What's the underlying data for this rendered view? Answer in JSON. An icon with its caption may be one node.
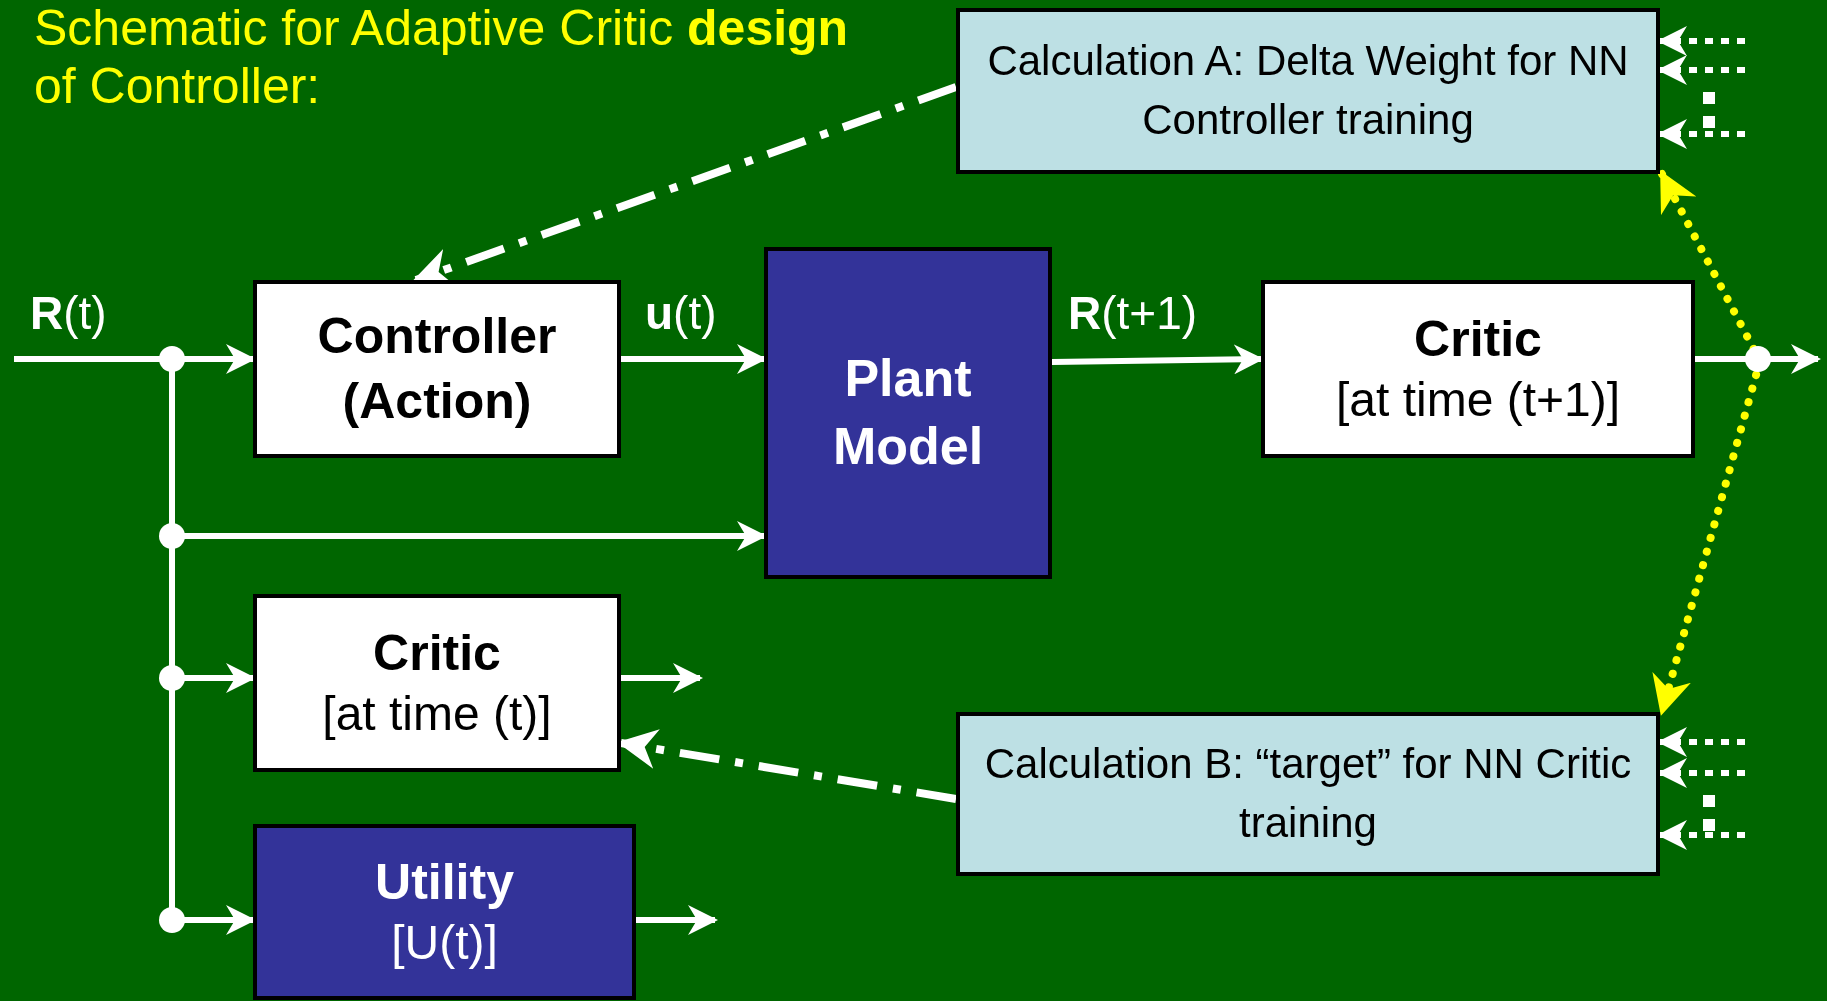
{
  "diagram": {
    "title": "Schematic for Adaptive Critic **design** of Controller:",
    "nodes": [
      {
        "text": [
          "Controller (Action)"
        ]
      },
      {
        "text": [
          "Plant Model"
        ]
      },
      {
        "text": [
          "Critic",
          "[at time (t+1)]"
        ]
      },
      {
        "text": [
          "Critic",
          "[at time (t)]"
        ]
      },
      {
        "text": [
          "Utility",
          "[U(t)]"
        ]
      },
      {
        "text": [
          "Calculation A: Delta Weight for NN Controller training"
        ]
      },
      {
        "text": [
          "Calculation B: “target” for NN Critic training"
        ]
      }
    ],
    "edges": [
      {
        "from": null,
        "to": 0,
        "arrow": "to",
        "label": "**R**(t)"
      },
      {
        "from": null,
        "to": 1,
        "arrow": "to"
      },
      {
        "from": null,
        "to": 3,
        "arrow": "to"
      },
      {
        "from": null,
        "to": 4,
        "arrow": "to"
      },
      {
        "from": 0,
        "to": 1,
        "arrow": "to",
        "label": "**u**(t)"
      },
      {
        "from": 1,
        "to": 2,
        "arrow": "to",
        "label": "**R**(t+1)"
      },
      {
        "from": 2,
        "to": null,
        "arrow": "to"
      },
      {
        "from": 3,
        "to": null,
        "arrow": "to"
      },
      {
        "from": 4,
        "to": null,
        "arrow": "to"
      },
      {
        "from": 5,
        "to": 0,
        "arrow": "to",
        "style": "dashed"
      },
      {
        "from": 6,
        "to": 3,
        "arrow": "to",
        "style": "dashed"
      },
      {
        "from": 5,
        "to": 6,
        "arrow": "both",
        "style": "dashed",
        "color": "#ffff00"
      },
      {
        "from": null,
        "to": 5,
        "arrow": "to",
        "style": "dashed"
      },
      {
        "from": null,
        "to": 5,
        "arrow": "to",
        "style": "dashed"
      },
      {
        "from": null,
        "to": 5,
        "arrow": "to",
        "style": "dashed"
      },
      {
        "from": null,
        "to": 6,
        "arrow": "to",
        "style": "dashed"
      },
      {
        "from": null,
        "to": 6,
        "arrow": "to",
        "style": "dashed"
      },
      {
        "from": null,
        "to": 6,
        "arrow": "to",
        "style": "dashed"
      }
    ]
  }
}
